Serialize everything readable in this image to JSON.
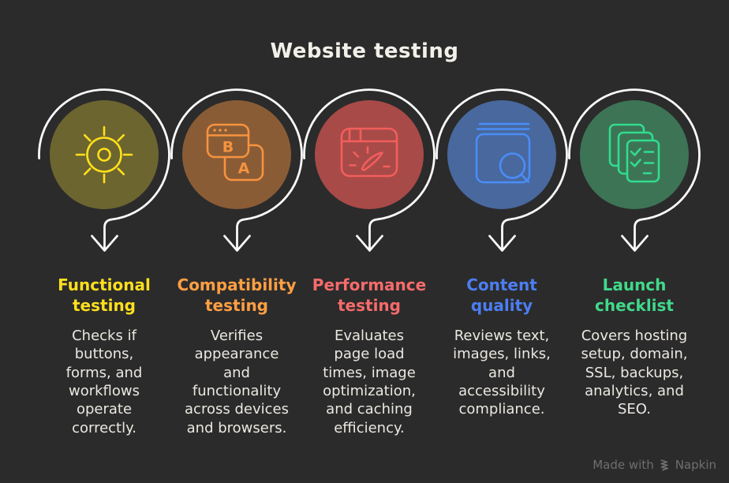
{
  "title": "Website testing",
  "colors": {
    "background": "#2b2b2b",
    "title": "#f3f0ea",
    "ring": "#fafafa",
    "body_text": "#ebe8e2",
    "watermark": "#6f6f6f"
  },
  "watermark": {
    "prefix": "Made with",
    "brand": "Napkin",
    "logo_icon": "napkin-chevrons-icon"
  },
  "columns": [
    {
      "id": "functional-testing",
      "icon": "sun-icon",
      "icon_color": "#ffe01a",
      "disc_color": "#6c6530",
      "heading_color": "#ffdf1d",
      "heading": "Functional\ntesting",
      "description": "Checks if\nbuttons,\nforms, and\nworkflows\noperate\ncorrectly."
    },
    {
      "id": "compatibility-testing",
      "icon": "ab-browser-windows-icon",
      "icon_color": "#f6933f",
      "disc_color": "#8a5c36",
      "heading_color": "#ff9f43",
      "heading": "Compatibility\ntesting",
      "description": "Verifies\nappearance\nand\nfunctionality\nacross devices\nand browsers.",
      "icon_letters": {
        "b": "B",
        "a": "A"
      }
    },
    {
      "id": "performance-testing",
      "icon": "speedometer-browser-icon",
      "icon_color": "#f25e5c",
      "disc_color": "#a84a48",
      "heading_color": "#f76b6b",
      "heading": "Performance\ntesting",
      "description": "Evaluates\npage load\ntimes, image\noptimization,\nand caching\nefficiency."
    },
    {
      "id": "content-quality",
      "icon": "book-magnifier-icon",
      "icon_color": "#4a8df7",
      "disc_color": "#48689e",
      "heading_color": "#4c7ef2",
      "heading": "Content\nquality",
      "description": "Reviews text,\nimages, links,\nand\naccessibility\ncompliance."
    },
    {
      "id": "launch-checklist",
      "icon": "checklist-pages-icon",
      "icon_color": "#31dc8d",
      "disc_color": "#3d7456",
      "heading_color": "#41d98b",
      "heading": "Launch\nchecklist",
      "description": "Covers hosting\nsetup, domain,\nSSL, backups,\nanalytics, and\nSEO."
    }
  ]
}
